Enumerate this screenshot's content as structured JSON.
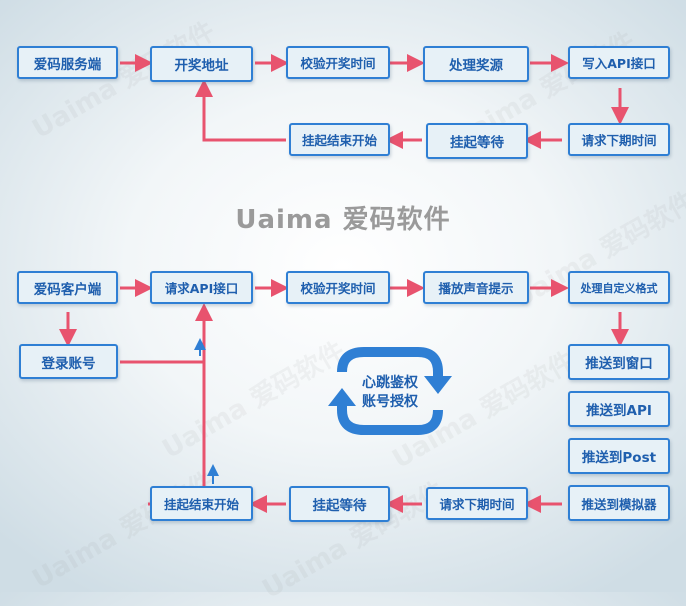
{
  "title": "Uaima 爱码软件",
  "server_flow": {
    "client": "爱码服务端",
    "open_address": "开奖地址",
    "verify_time": "校验开奖时间",
    "handle_source": "处理奖源",
    "write_api": "写入API接口",
    "request_next": "请求下期时间",
    "wait": "挂起等待",
    "hang_start": "挂起结束开始"
  },
  "client_flow": {
    "client": "爱码客户端",
    "login": "登录账号",
    "request_api": "请求API接口",
    "verify_time": "校验开奖时间",
    "play_sound": "播放声音提示",
    "custom_format": "处理自定义格式",
    "push_window": "推送到窗口",
    "push_api": "推送到API",
    "push_post": "推送到Post",
    "push_emulator": "推送到模拟器",
    "request_next": "请求下期时间",
    "wait": "挂起等待",
    "hang_start": "挂起结束开始"
  },
  "heartbeat": {
    "line1": "心跳鉴权",
    "line2": "账号授权"
  },
  "watermark": "Uaima 爱码软件",
  "colors": {
    "arrow": "#e8536e",
    "box_border": "#2f7fd4",
    "box_fill": "#e7f1f7",
    "box_text": "#1f5fae",
    "cycle": "#2f7fd4"
  }
}
